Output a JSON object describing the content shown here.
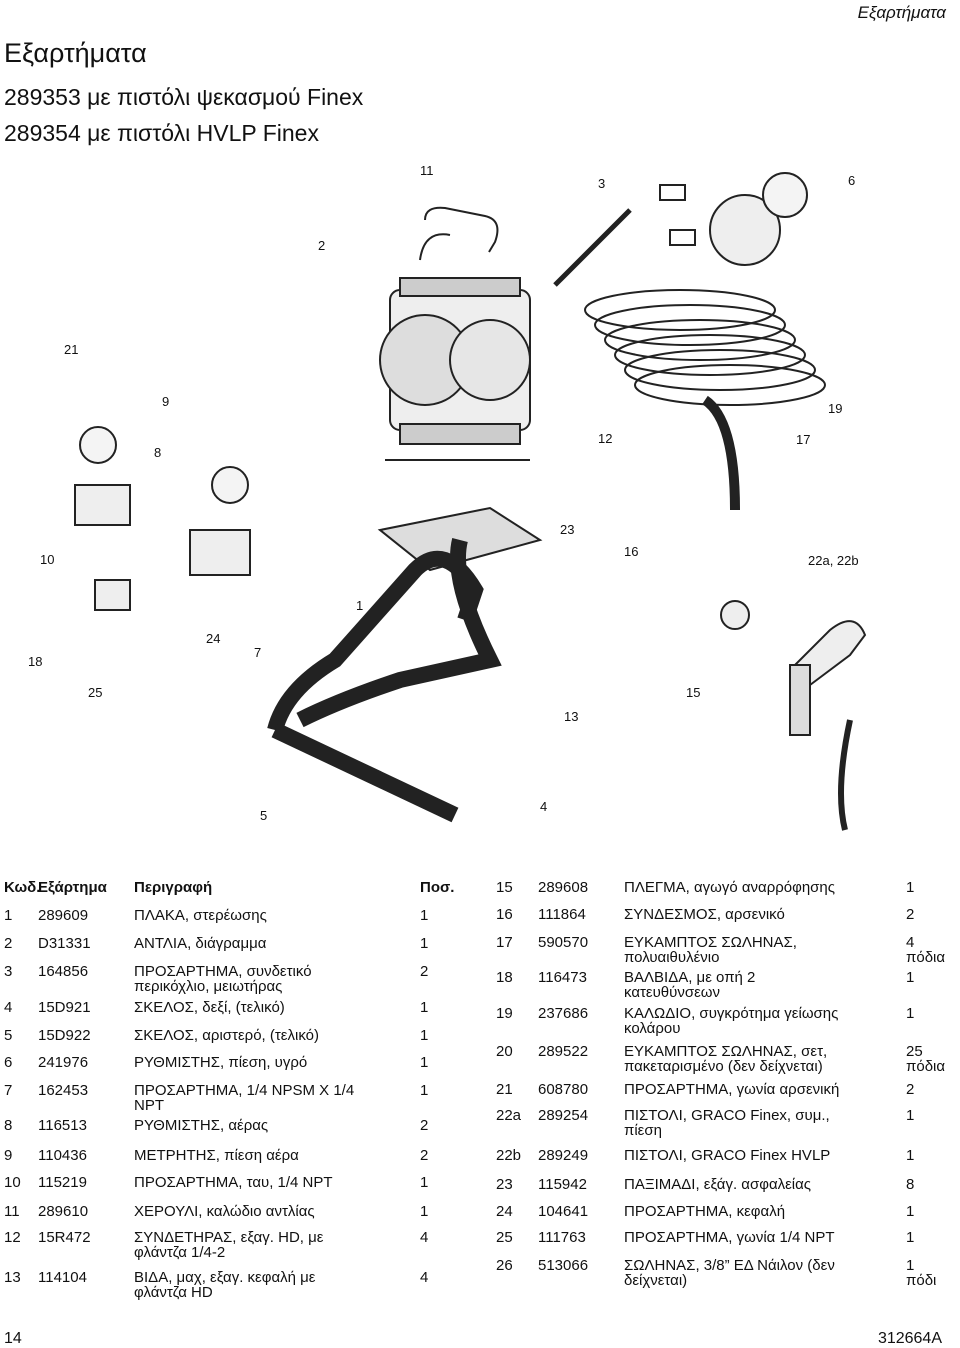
{
  "header": {
    "section": "Εξαρτήματα"
  },
  "title": "Εξαρτήματα",
  "subtitles": [
    "289353 με πιστόλι ψεκασμού Finex",
    "289354 με πιστόλι HVLP Finex"
  ],
  "callouts": [
    "11",
    "3",
    "6",
    "2",
    "21",
    "9",
    "8",
    "19",
    "12",
    "17",
    "23",
    "16",
    "22a, 22b",
    "10",
    "1",
    "24",
    "7",
    "18",
    "25",
    "15",
    "13",
    "5",
    "4"
  ],
  "table_headers": {
    "pos": "Κωδ.",
    "part": "Εξάρτημα",
    "desc": "Περιγραφή",
    "qty": "Ποσ."
  },
  "left_rows": [
    {
      "pos": "1",
      "part": "289609",
      "desc": "ΠΛΑΚΑ, στερέωσης",
      "desc2": "",
      "qty": "1",
      "qty2": ""
    },
    {
      "pos": "2",
      "part": "D31331",
      "desc": "ΑΝΤΛΙΑ, διάγραμμα",
      "desc2": "",
      "qty": "1",
      "qty2": ""
    },
    {
      "pos": "3",
      "part": "164856",
      "desc": "ΠΡΟΣΑΡΤΗΜΑ, συνδετικό",
      "desc2": "περικόχλιο, μειωτήρας",
      "qty": "2",
      "qty2": ""
    },
    {
      "pos": "4",
      "part": "15D921",
      "desc": "ΣΚΕΛΟΣ, δεξί, (τελικό)",
      "desc2": "",
      "qty": "1",
      "qty2": ""
    },
    {
      "pos": "5",
      "part": "15D922",
      "desc": "ΣΚΕΛΟΣ, αριστερό, (τελικό)",
      "desc2": "",
      "qty": "1",
      "qty2": ""
    },
    {
      "pos": "6",
      "part": "241976",
      "desc": "ΡΥΘΜΙΣΤΗΣ, πίεση, υγρό",
      "desc2": "",
      "qty": "1",
      "qty2": ""
    },
    {
      "pos": "7",
      "part": "162453",
      "desc": "ΠΡΟΣΑΡΤΗΜΑ, 1/4 NPSM X 1/4",
      "desc2": "NPT",
      "qty": "1",
      "qty2": ""
    },
    {
      "pos": "8",
      "part": "116513",
      "desc": "ΡΥΘΜΙΣΤΗΣ, αέρας",
      "desc2": "",
      "qty": "2",
      "qty2": ""
    },
    {
      "pos": "9",
      "part": "110436",
      "desc": "ΜΕΤΡΗΤΗΣ, πίεση αέρα",
      "desc2": "",
      "qty": "2",
      "qty2": ""
    },
    {
      "pos": "10",
      "part": "115219",
      "desc": "ΠΡΟΣΑΡΤΗΜΑ, ταυ, 1/4 NPT",
      "desc2": "",
      "qty": "1",
      "qty2": ""
    },
    {
      "pos": "11",
      "part": "289610",
      "desc": "ΧΕΡΟΥΛΙ, καλώδιο αντλίας",
      "desc2": "",
      "qty": "1",
      "qty2": ""
    },
    {
      "pos": "12",
      "part": "15R472",
      "desc": "ΣΥΝΔΕΤΗΡΑΣ, εξαγ. HD, με",
      "desc2": "φλάντζα 1/4-2",
      "qty": "4",
      "qty2": ""
    },
    {
      "pos": "13",
      "part": "114104",
      "desc": "ΒΙΔΑ, μαχ, εξαγ. κεφαλή με",
      "desc2": "φλάντζα HD",
      "qty": "4",
      "qty2": ""
    }
  ],
  "right_rows": [
    {
      "pos": "15",
      "part": "289608",
      "desc": "ΠΛΕΓΜΑ, αγωγό αναρρόφησης",
      "desc2": "",
      "qty": "1",
      "qty2": ""
    },
    {
      "pos": "16",
      "part": "111864",
      "desc": "ΣΥΝΔΕΣΜΟΣ, αρσενικό",
      "desc2": "",
      "qty": "2",
      "qty2": ""
    },
    {
      "pos": "17",
      "part": "590570",
      "desc": "ΕΥΚΑΜΠΤΟΣ ΣΩΛΗΝΑΣ,",
      "desc2": "πολυαιθυλένιο",
      "qty": "4",
      "qty2": "πόδια"
    },
    {
      "pos": "18",
      "part": "116473",
      "desc": "ΒΑΛΒΙΔΑ, με οπή 2",
      "desc2": "κατευθύνσεων",
      "qty": "1",
      "qty2": ""
    },
    {
      "pos": "19",
      "part": "237686",
      "desc": "ΚΑΛΩΔΙΟ, συγκρότημα γείωσης",
      "desc2": "κολάρου",
      "qty": "1",
      "qty2": ""
    },
    {
      "pos": "20",
      "part": "289522",
      "desc": "ΕΥΚΑΜΠΤΟΣ ΣΩΛΗΝΑΣ, σετ,",
      "desc2": "πακεταρισμένο (δεν δείχνεται)",
      "qty": "25",
      "qty2": "πόδια"
    },
    {
      "pos": "21",
      "part": "608780",
      "desc": "ΠΡΟΣΑΡΤΗΜΑ, γωνία αρσενική",
      "desc2": "",
      "qty": "2",
      "qty2": ""
    },
    {
      "pos": "22a",
      "part": "289254",
      "desc": "ΠΙΣΤΟΛΙ, GRACO Finex, συμ.,",
      "desc2": "πίεση",
      "qty": "1",
      "qty2": ""
    },
    {
      "pos": "22b",
      "part": "289249",
      "desc": "ΠΙΣΤΟΛΙ, GRACO Finex HVLP",
      "desc2": "",
      "qty": "1",
      "qty2": ""
    },
    {
      "pos": "23",
      "part": "115942",
      "desc": "ΠΑΞΙΜΑΔΙ, εξάγ. ασφαλείας",
      "desc2": "",
      "qty": "8",
      "qty2": ""
    },
    {
      "pos": "24",
      "part": "104641",
      "desc": "ΠΡΟΣΑΡΤΗΜΑ, κεφαλή",
      "desc2": "",
      "qty": "1",
      "qty2": ""
    },
    {
      "pos": "25",
      "part": "111763",
      "desc": "ΠΡΟΣΑΡΤΗΜΑ, γωνία 1/4 NPT",
      "desc2": "",
      "qty": "1",
      "qty2": ""
    },
    {
      "pos": "26",
      "part": "513066",
      "desc": "ΣΩΛΗΝΑΣ, 3/8” ΕΔ Νάιλον (δεν",
      "desc2": "δείχνεται)",
      "qty": "1",
      "qty2": "πόδι"
    }
  ],
  "footer": {
    "page": "14",
    "doc": "312664A"
  }
}
